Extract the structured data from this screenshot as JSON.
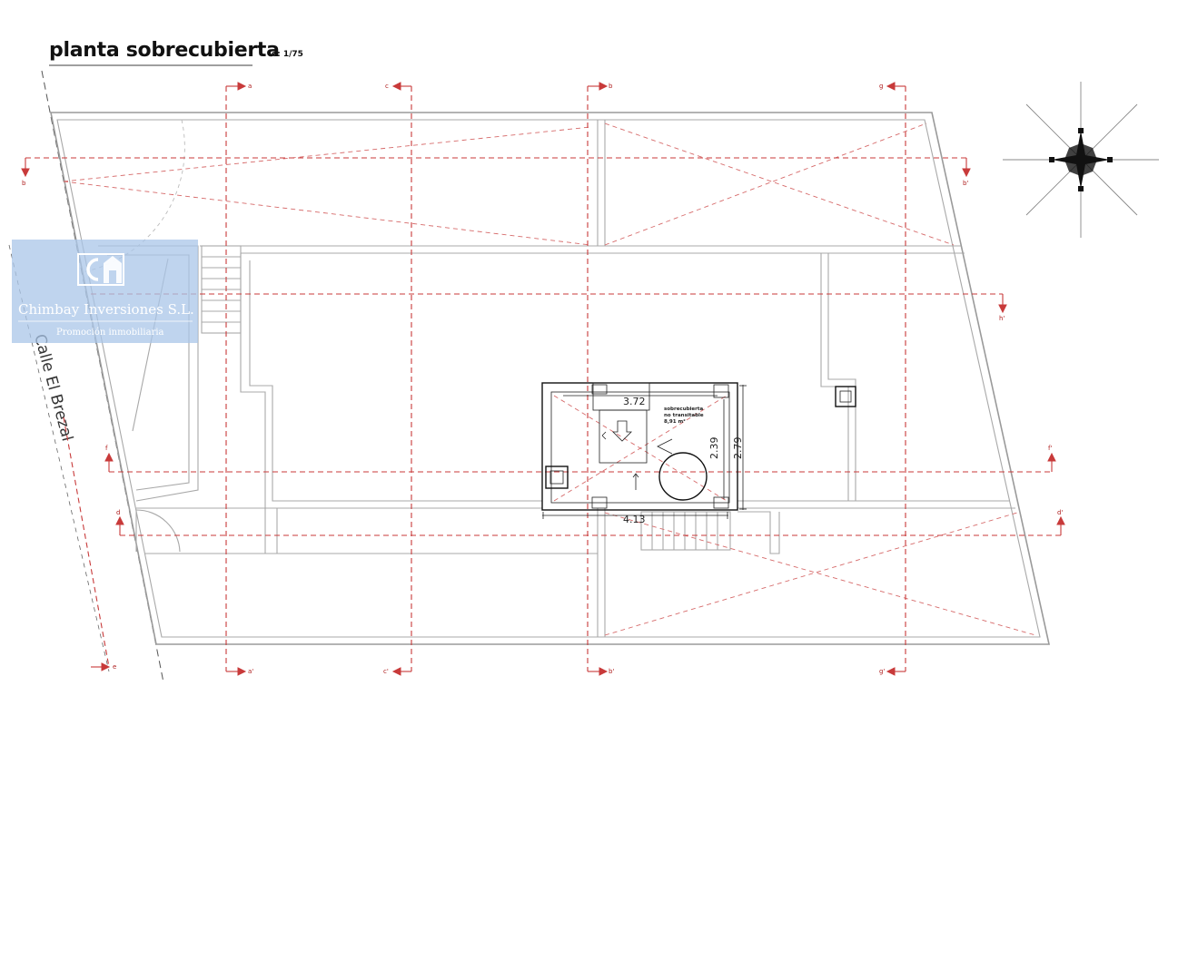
{
  "drawing": {
    "title": "planta sobrecubierta",
    "scale": "e: 1/75",
    "street": "Calle  El  Brezal"
  },
  "stair_room": {
    "width_top": "3.72",
    "width_bottom": "4.13",
    "height_inner": "2.39",
    "height_outer": "2.79",
    "note_line1": "sobrecubierta",
    "note_line2": "no transitable",
    "note_line3": "8,91 m²"
  },
  "section_marks": {
    "a": "a",
    "a_prime": "a'",
    "b": "b",
    "b_prime": "b'",
    "c": "c",
    "c_prime": "c'",
    "d": "d",
    "d_prime": "d'",
    "e": "e",
    "f": "f",
    "f_prime": "f'",
    "g": "g",
    "g_prime": "g'",
    "h_prime": "h'"
  },
  "watermark": {
    "company": "Chimbay Inversiones S.L.",
    "subtitle": "Promoción inmobiliaria",
    "logo_letters": "C"
  },
  "colors": {
    "section_line": "#c83a3a",
    "wall": "#9a9a9a",
    "watermark": "#a9c6e8"
  }
}
